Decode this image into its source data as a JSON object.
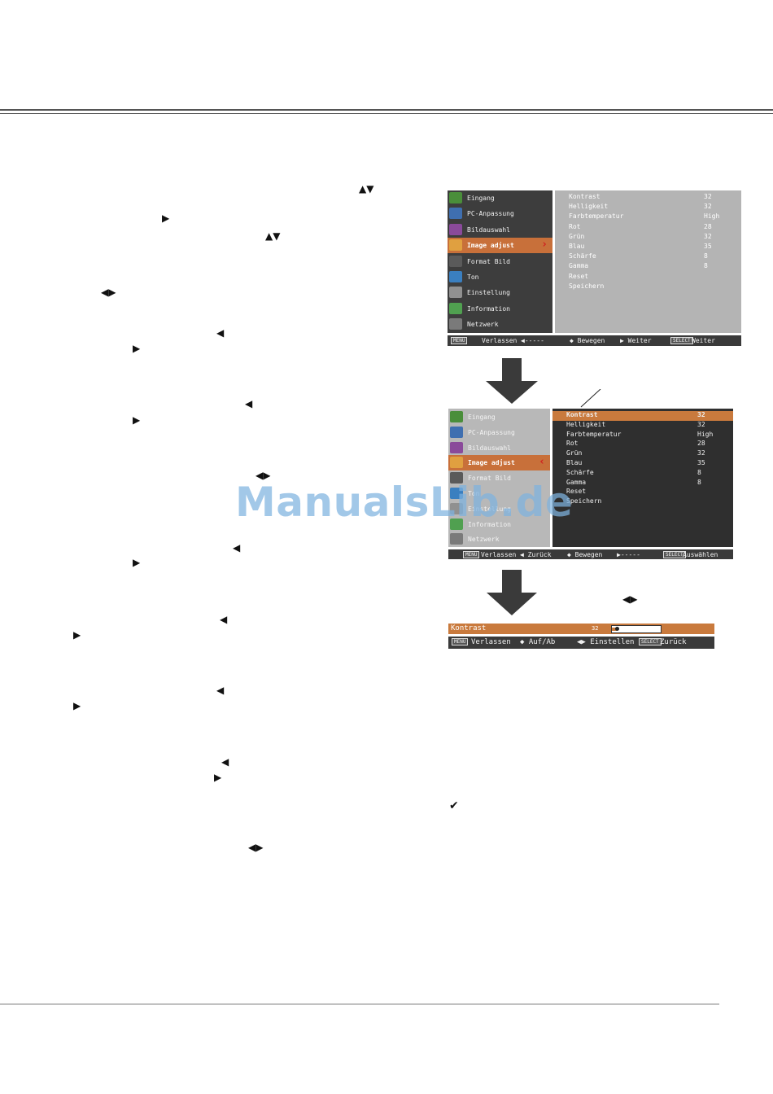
{
  "watermark": "ManualsLib.de",
  "arrows": {
    "up_down": "▲▼",
    "right": "▶",
    "left": "◀",
    "left_right": "◀▶"
  },
  "menu1": {
    "items": [
      {
        "label": "Eingang",
        "icon": "input-icon"
      },
      {
        "label": "PC-Anpassung",
        "icon": "pc-adjust-icon"
      },
      {
        "label": "Bildauswahl",
        "icon": "image-select-icon"
      },
      {
        "label": "Image adjust",
        "icon": "image-adjust-icon"
      },
      {
        "label": "Format Bild",
        "icon": "screen-icon"
      },
      {
        "label": "Ton",
        "icon": "sound-icon"
      },
      {
        "label": "Einstellung",
        "icon": "setting-icon"
      },
      {
        "label": "Information",
        "icon": "information-icon"
      },
      {
        "label": "Netzwerk",
        "icon": "network-icon"
      }
    ],
    "rows": [
      {
        "label": "Kontrast",
        "value": "32"
      },
      {
        "label": "Helligkeit",
        "value": "32"
      },
      {
        "label": "Farbtemperatur",
        "value": "High"
      },
      {
        "label": "Rot",
        "value": "28"
      },
      {
        "label": "Grün",
        "value": "32"
      },
      {
        "label": "Blau",
        "value": "35"
      },
      {
        "label": "Schärfe",
        "value": "8"
      },
      {
        "label": "Gamma",
        "value": "8"
      },
      {
        "label": "Reset",
        "value": ""
      },
      {
        "label": "Speichern",
        "value": ""
      }
    ],
    "status": {
      "menu_key": "MENU",
      "exit": "Verlassen",
      "back": "◀-----",
      "move": "◆ Bewegen",
      "next": "▶ Weiter",
      "select_key": "SELECT",
      "select": "Weiter"
    }
  },
  "menu2": {
    "items": [
      {
        "label": "Eingang",
        "icon": "input-icon"
      },
      {
        "label": "PC-Anpassung",
        "icon": "pc-adjust-icon"
      },
      {
        "label": "Bildauswahl",
        "icon": "image-select-icon"
      },
      {
        "label": "Image adjust",
        "icon": "image-adjust-icon"
      },
      {
        "label": "Format Bild",
        "icon": "screen-icon"
      },
      {
        "label": "Ton",
        "icon": "sound-icon"
      },
      {
        "label": "Einstellung",
        "icon": "setting-icon"
      },
      {
        "label": "Information",
        "icon": "information-icon"
      },
      {
        "label": "Netzwerk",
        "icon": "network-icon"
      }
    ],
    "rows": [
      {
        "label": "Kontrast",
        "value": "32"
      },
      {
        "label": "Helligkeit",
        "value": "32"
      },
      {
        "label": "Farbtemperatur",
        "value": "High"
      },
      {
        "label": "Rot",
        "value": "28"
      },
      {
        "label": "Grün",
        "value": "32"
      },
      {
        "label": "Blau",
        "value": "35"
      },
      {
        "label": "Schärfe",
        "value": "8"
      },
      {
        "label": "Gamma",
        "value": "8"
      },
      {
        "label": "Reset",
        "value": ""
      },
      {
        "label": "Speichern",
        "value": ""
      }
    ],
    "status": {
      "menu_key": "MENU",
      "exit": "Verlassen",
      "back": "◀ Zurück",
      "move": "◆ Bewegen",
      "next": "▶-----",
      "select_key": "SELECT",
      "select": "Auswählen"
    }
  },
  "slider": {
    "label": "Kontrast",
    "value": "32",
    "level": 0.12,
    "status": {
      "menu_key": "MENU",
      "exit": "Verlassen",
      "updown": "◆ Auf/Ab",
      "adjust": "◀▶ Einstellen",
      "select_key": "SELECT",
      "back": "Zurück"
    }
  },
  "checkmark": "✔"
}
